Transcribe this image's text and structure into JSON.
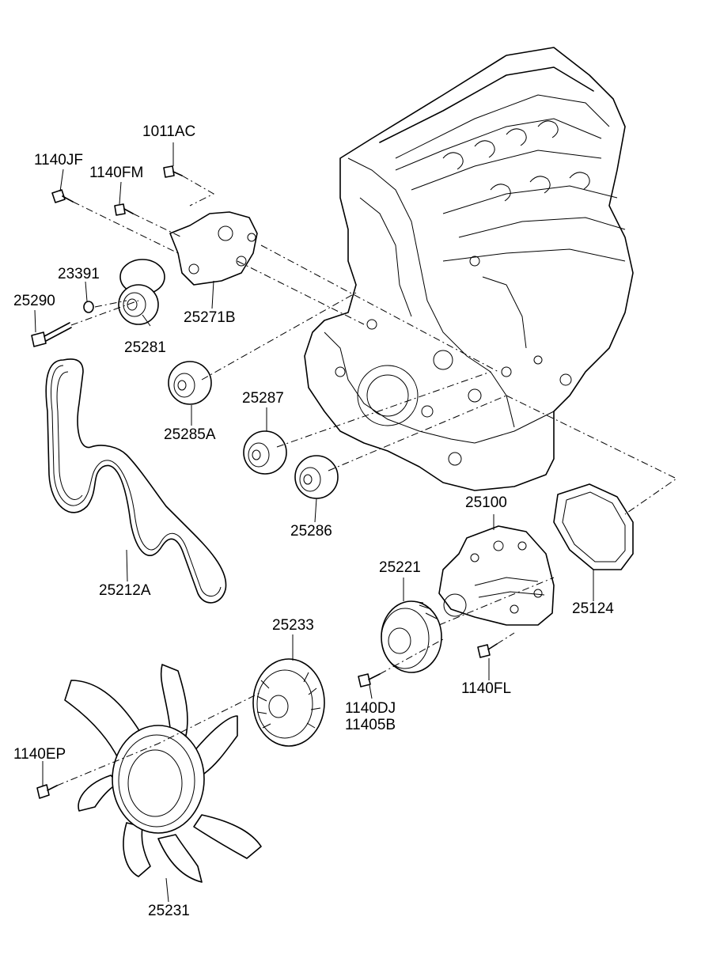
{
  "parts": [
    {
      "id": "1011AC",
      "label": "1011AC"
    },
    {
      "id": "1140JF",
      "label": "1140JF"
    },
    {
      "id": "1140FM",
      "label": "1140FM"
    },
    {
      "id": "23391",
      "label": "23391"
    },
    {
      "id": "25290",
      "label": "25290"
    },
    {
      "id": "25281",
      "label": "25281"
    },
    {
      "id": "25271B",
      "label": "25271B"
    },
    {
      "id": "25285A",
      "label": "25285A"
    },
    {
      "id": "25287",
      "label": "25287"
    },
    {
      "id": "25286",
      "label": "25286"
    },
    {
      "id": "25212A",
      "label": "25212A"
    },
    {
      "id": "25100",
      "label": "25100"
    },
    {
      "id": "25221",
      "label": "25221"
    },
    {
      "id": "25124",
      "label": "25124"
    },
    {
      "id": "25233",
      "label": "25233"
    },
    {
      "id": "1140FL",
      "label": "1140FL"
    },
    {
      "id": "1140DJ",
      "label": "1140DJ"
    },
    {
      "id": "11405B",
      "label": "11405B"
    },
    {
      "id": "1140EP",
      "label": "1140EP"
    },
    {
      "id": "25231",
      "label": "25231"
    }
  ]
}
